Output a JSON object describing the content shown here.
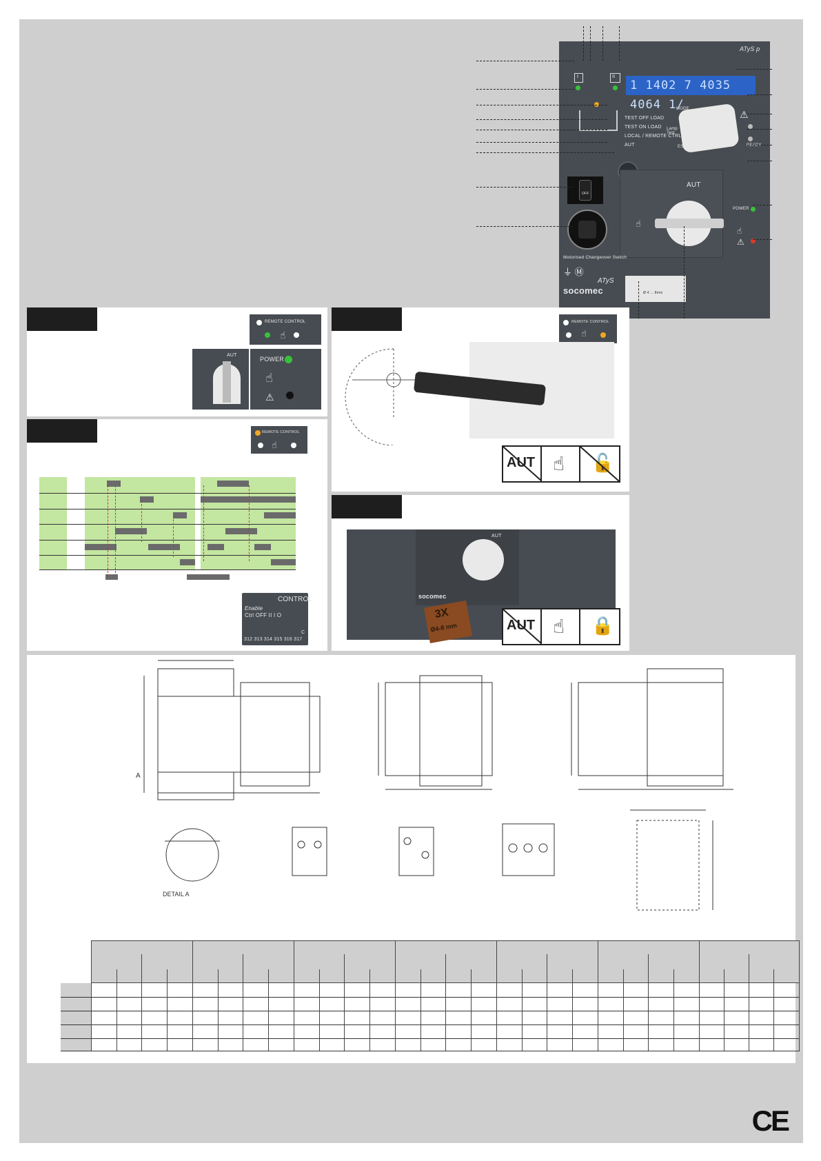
{
  "module": {
    "brand_model": "ATyS p",
    "lcd": "1 1402 7  4035  4064  1/",
    "indicator_I": "I",
    "indicator_II": "II",
    "mode_label": "MODE",
    "lamp_test_label": "Lamp Test",
    "esc_label": "ESC",
    "ready_label": "READY",
    "test_off_load": "TEST OFF LOAD",
    "test_on_load": "TEST ON LOAD",
    "local_remote": "LOCAL / REMOTE CTRL",
    "aut_label": "AUT",
    "off_label": "OFF",
    "power_label": "POWER",
    "aut_dial": "AUT",
    "caption": "Motorised Changeover Switch",
    "logo_model": "ATyS",
    "logo_brand": "socomec",
    "padlock_range": "Ø 4 ... 8mm"
  },
  "panel_remote": {
    "remote_control": "REMOTE CONTROL",
    "power": "POWER",
    "aut": "AUT"
  },
  "panel_manual": {
    "remote_control": "REMOTE CONTROL"
  },
  "panel_timing": {
    "remote_control": "REMOTE CONTROL",
    "control_title": "CONTROL",
    "enable_label": "Enable",
    "ctrl_header": "Ctrl  OFF  II   I    O",
    "terminal_c": "C",
    "terminals": "312 313 314 315 316 317"
  },
  "panel_lock": {
    "aut": "AUT",
    "padlock_count": "3X",
    "padlock_size": "Ø4-8 mm",
    "logo": "socomec"
  },
  "icons": {
    "aut_text": "AUT",
    "hand": "hand-icon",
    "lock": "padlock-icon"
  },
  "drawings": {
    "label_a": "A",
    "detail_a": "DETAIL A"
  },
  "table": {
    "rows": 5,
    "groups": 7
  },
  "mark": "CE"
}
